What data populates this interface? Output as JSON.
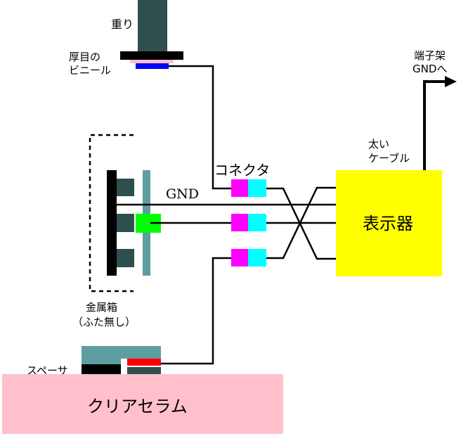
{
  "labels": {
    "weight": "重り",
    "vinyl_line1": "厚目の",
    "vinyl_line2": "ビニール",
    "terminal_line1": "端子架",
    "terminal_line2": "GNDへ",
    "cable_line1": "太い",
    "cable_line2": "ケーブル",
    "connector": "コネクタ",
    "gnd": "GND",
    "display": "表示器",
    "metal_box_line1": "金属箱",
    "metal_box_line2": "（ふた無し）",
    "spacer": "スペーサ",
    "clear_ceramic": "クリアセラム"
  },
  "colors": {
    "dark_slate": "#2f4f4f",
    "teal": "#5f9ea0",
    "magenta": "#ff00ff",
    "cyan": "#00ffff",
    "green": "#00ff00",
    "yellow": "#ffff00",
    "pink": "#ffc0cb",
    "blue": "#0000ff",
    "red": "#ff0000",
    "black": "#000000"
  }
}
